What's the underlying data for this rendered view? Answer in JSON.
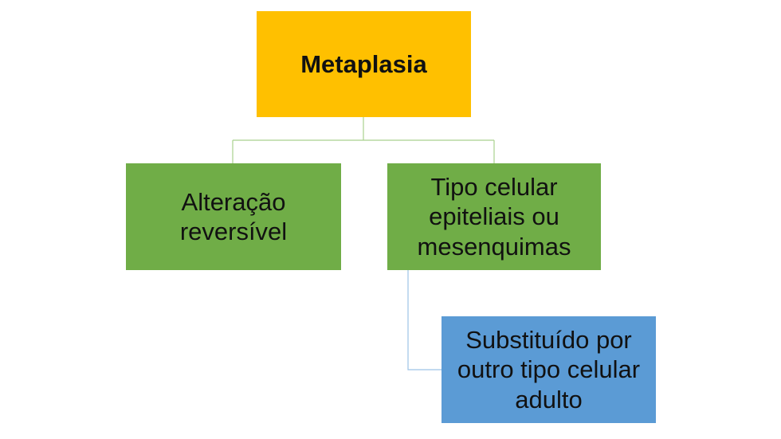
{
  "diagram": {
    "nodes": {
      "root": {
        "label": "Metaplasia",
        "color": "#FFC000"
      },
      "left": {
        "label": "Alteração reversível",
        "color": "#70AD47"
      },
      "right": {
        "label": "Tipo celular epiteliais ou mesenquimas",
        "color": "#70AD47"
      },
      "bottom": {
        "label": "Substituído por outro tipo celular adulto",
        "color": "#5B9BD5"
      }
    },
    "connector_colors": {
      "green": "#A9D18E",
      "blue": "#9DC3E6"
    }
  }
}
